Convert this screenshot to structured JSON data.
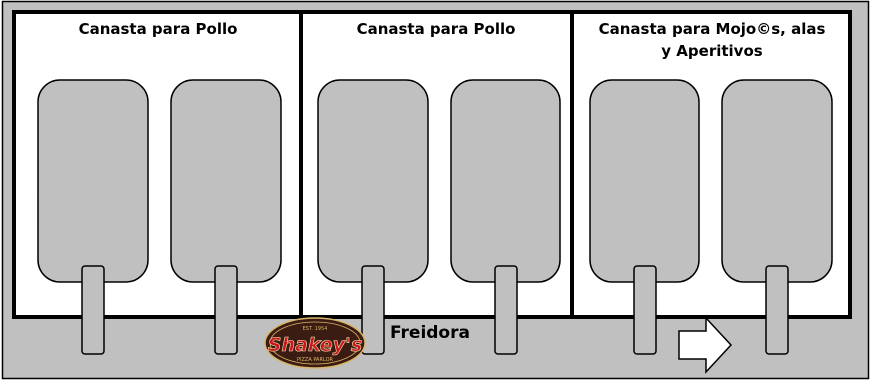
{
  "colors": {
    "frame_gray": "#c0c0c0",
    "outline": "#000000",
    "panel_bg": "#ffffff",
    "basket_fill": "#c0c0c0",
    "arrow_fill": "#ffffff",
    "logo_red": "#c8161d",
    "logo_dark": "#3a1c12",
    "logo_gold": "#d9b56a"
  },
  "sections": [
    {
      "title_lines": [
        "Canasta para Pollo"
      ]
    },
    {
      "title_lines": [
        "Canasta para Pollo"
      ]
    },
    {
      "title_lines": [
        "Canasta para Mojo©s, alas",
        "y Aperitivos"
      ]
    }
  ],
  "fryer_label": "Freidora",
  "logo": {
    "brand": "Shakey's",
    "top_text": "EST. 1954",
    "bottom_text": "PIZZA PARLOR",
    "icon": "shakeys-logo-icon"
  },
  "arrow": {
    "icon": "right-arrow-icon",
    "direction": "right"
  }
}
